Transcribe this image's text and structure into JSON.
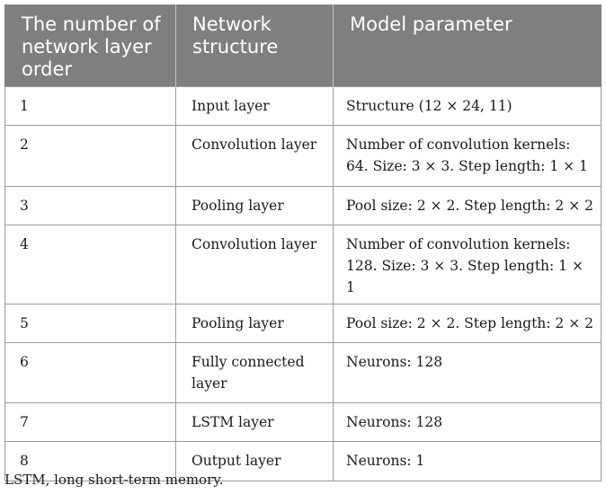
{
  "table": {
    "headers": [
      "The number of network layer order",
      "Network structure",
      "Model parameter"
    ],
    "rows": [
      {
        "order": "1",
        "structure": "Input layer",
        "parameter": "Structure (12 × 24, 11)"
      },
      {
        "order": "2",
        "structure": "Convolution layer",
        "parameter": "Number of convolution kernels: 64. Size: 3 × 3. Step length: 1 × 1"
      },
      {
        "order": "3",
        "structure": "Pooling layer",
        "parameter": "Pool size: 2 × 2. Step length: 2 × 2"
      },
      {
        "order": "4",
        "structure": "Convolution layer",
        "parameter": "Number of convolution kernels: 128. Size: 3 × 3. Step length: 1 × 1"
      },
      {
        "order": "5",
        "structure": "Pooling layer",
        "parameter": "Pool size: 2 × 2. Step length: 2 × 2"
      },
      {
        "order": "6",
        "structure": "Fully connected layer",
        "parameter": "Neurons: 128"
      },
      {
        "order": "7",
        "structure": "LSTM layer",
        "parameter": "Neurons: 128"
      },
      {
        "order": "8",
        "structure": "Output layer",
        "parameter": "Neurons: 1"
      }
    ]
  },
  "footnote": "LSTM, long short-term memory."
}
